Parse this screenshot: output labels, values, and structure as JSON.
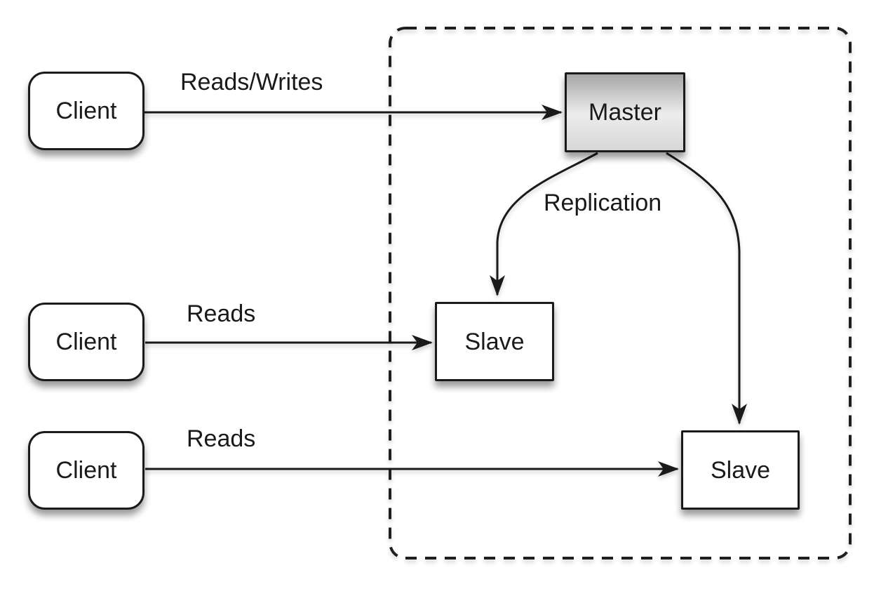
{
  "diagram": {
    "type": "architecture-diagram",
    "topic": "database master-slave replication",
    "nodes": {
      "client1": {
        "label": "Client",
        "shape": "rounded-rectangle"
      },
      "client2": {
        "label": "Client",
        "shape": "rounded-rectangle"
      },
      "client3": {
        "label": "Client",
        "shape": "rounded-rectangle"
      },
      "master": {
        "label": "Master",
        "shape": "rectangle",
        "fill": "gray-gradient"
      },
      "slave1": {
        "label": "Slave",
        "shape": "rectangle"
      },
      "slave2": {
        "label": "Slave",
        "shape": "rectangle"
      }
    },
    "edges": {
      "client1_master": {
        "label": "Reads/Writes",
        "from": "client1",
        "to": "master"
      },
      "client2_slave1": {
        "label": "Reads",
        "from": "client2",
        "to": "slave1"
      },
      "client3_slave2": {
        "label": "Reads",
        "from": "client3",
        "to": "slave2"
      },
      "replication": {
        "label": "Replication",
        "from": "master",
        "to": "slave1, slave2"
      }
    },
    "boundary": {
      "style": "dashed-rounded-rectangle",
      "contains": "master, slave1, slave2"
    },
    "colors": {
      "background": "#ffffff",
      "ink": "#1a1a1a",
      "node_fill": "#ffffff",
      "master_gradient_top": "#a6a6a6",
      "master_gradient_mid": "#ededed",
      "master_gradient_bottom": "#d6d6d6"
    }
  }
}
